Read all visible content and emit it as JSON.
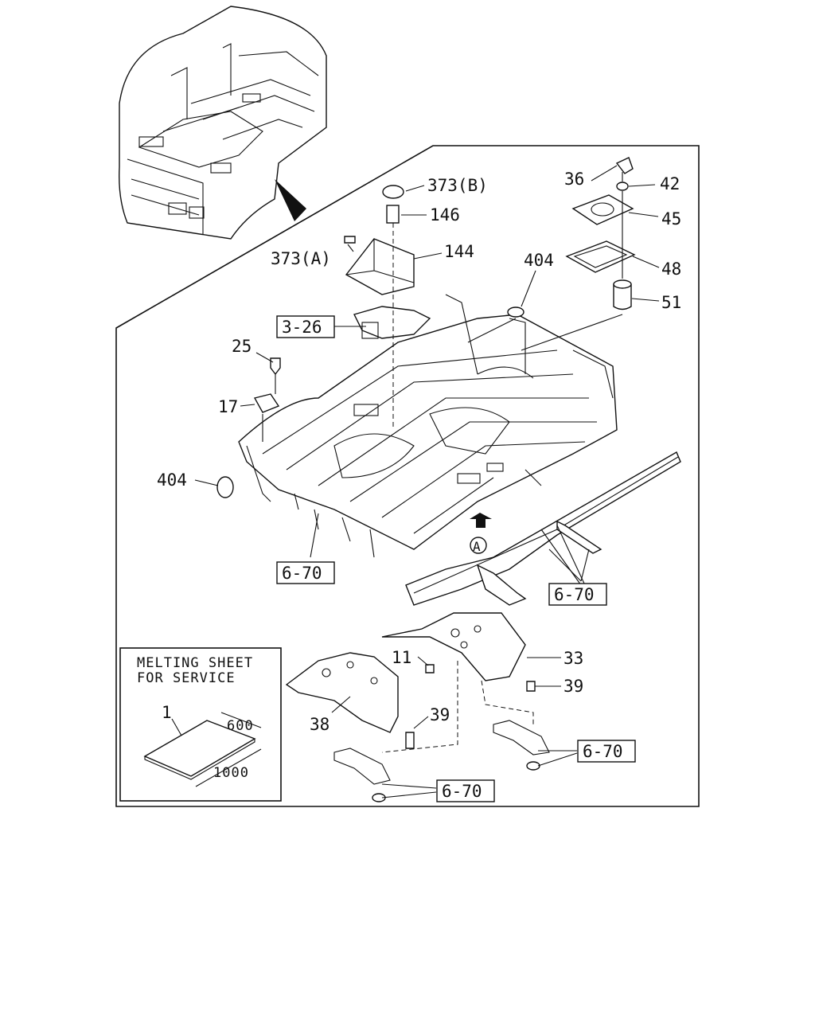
{
  "callouts": {
    "c373b": "373(B)",
    "c146": "146",
    "c373a": "373(A)",
    "c144": "144",
    "c36": "36",
    "c42": "42",
    "c45": "45",
    "c48": "48",
    "c51": "51",
    "c404_top": "404",
    "c25": "25",
    "c17": "17",
    "c404_left": "404",
    "c11": "11",
    "c33": "33",
    "c39_right": "39",
    "c38": "38",
    "c39_left": "39",
    "c1": "1",
    "view_a": "A"
  },
  "references": {
    "r326": "3-26",
    "r670_left": "6-70",
    "r670_frame": "6-70",
    "r670_right": "6-70",
    "r670_bottom": "6-70"
  },
  "inset": {
    "title_line1": "MELTING SHEET",
    "title_line2": "FOR SERVICE",
    "dim_width": "600",
    "dim_length": "1000"
  }
}
